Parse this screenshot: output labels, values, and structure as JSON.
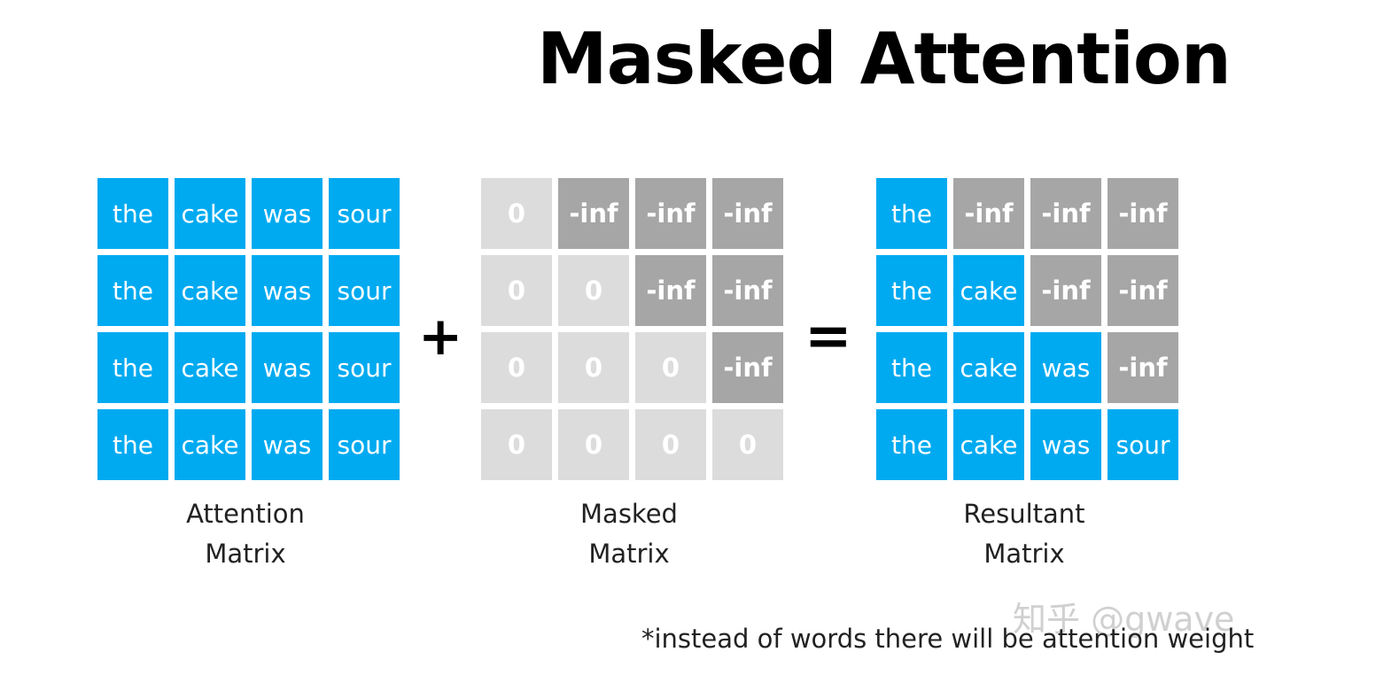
{
  "title": "Masked Attention",
  "matrices": {
    "attention": {
      "caption_line1": "Attention",
      "caption_line2": "Matrix",
      "rows": [
        [
          "the",
          "cake",
          "was",
          "sour"
        ],
        [
          "the",
          "cake",
          "was",
          "sour"
        ],
        [
          "the",
          "cake",
          "was",
          "sour"
        ],
        [
          "the",
          "cake",
          "was",
          "sour"
        ]
      ]
    },
    "masked": {
      "caption_line1": "Masked",
      "caption_line2": "Matrix",
      "rows": [
        [
          "0",
          "-inf",
          "-inf",
          "-inf"
        ],
        [
          "0",
          "0",
          "-inf",
          "-inf"
        ],
        [
          "0",
          "0",
          "0",
          "-inf"
        ],
        [
          "0",
          "0",
          "0",
          "0"
        ]
      ]
    },
    "resultant": {
      "caption_line1": "Resultant",
      "caption_line2": "Matrix",
      "rows": [
        [
          "the",
          "-inf",
          "-inf",
          "-inf"
        ],
        [
          "the",
          "cake",
          "-inf",
          "-inf"
        ],
        [
          "the",
          "cake",
          "was",
          "-inf"
        ],
        [
          "the",
          "cake",
          "was",
          "sour"
        ]
      ]
    }
  },
  "operators": {
    "plus": "+",
    "equals": "="
  },
  "footnote": "*instead of words there will be attention weight",
  "watermark": "知乎 @gwave",
  "colors": {
    "word_cell": "#00aaf0",
    "inf_cell": "#a6a6a6",
    "zero_cell": "#dcdcdc"
  }
}
